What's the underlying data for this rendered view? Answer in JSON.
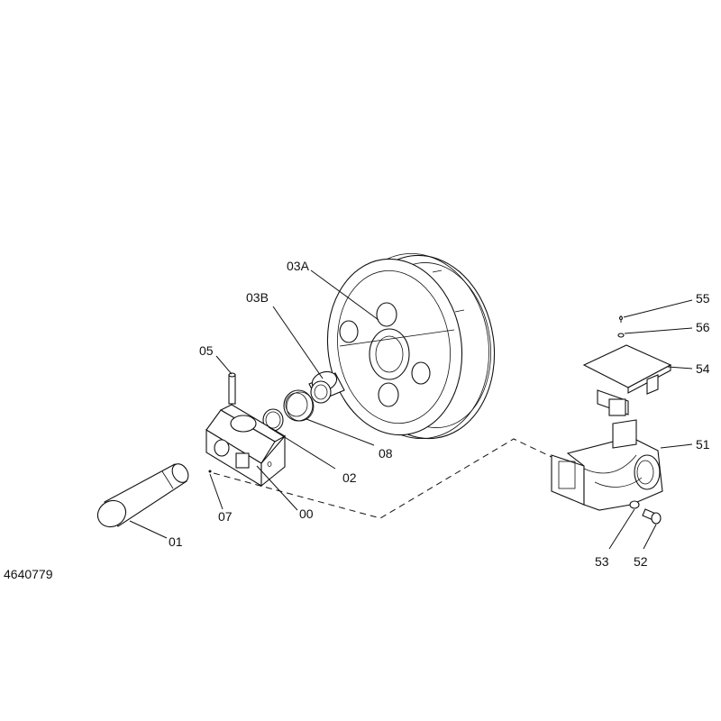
{
  "drawing": {
    "number": "4640779",
    "callouts": {
      "c00": "00",
      "c01": "01",
      "c02": "02",
      "c03a": "03A",
      "c03b": "03B",
      "c05": "05",
      "c07": "07",
      "c08": "08",
      "c51": "51",
      "c52": "52",
      "c53": "53",
      "c54": "54",
      "c55": "55",
      "c56": "56"
    }
  }
}
